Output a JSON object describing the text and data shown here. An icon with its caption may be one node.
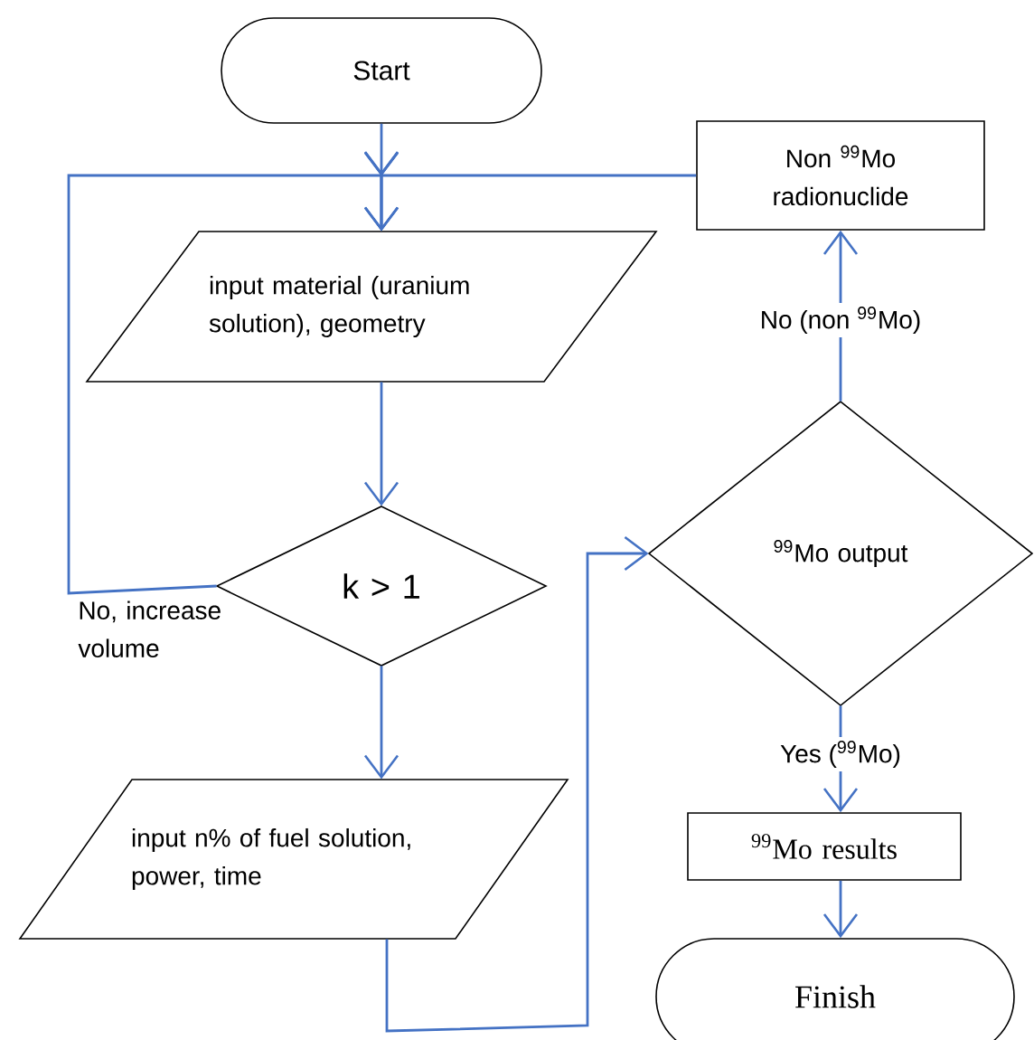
{
  "diagram": {
    "nodes": [
      {
        "text": [
          "Start"
        ]
      },
      {
        "text": [
          "Non $^{99}$Mo radionuclide"
        ]
      },
      {
        "text": [
          "input material (uranium solution), geometry"
        ]
      },
      {
        "text": [
          "k > 1"
        ]
      },
      {
        "text": [
          "input n% of fuel solution, power, time"
        ]
      },
      {
        "text": [
          "$^{99}$Mo output"
        ]
      },
      {
        "text": [
          "$^{99}$Mo results"
        ]
      },
      {
        "text": [
          "Finish"
        ]
      }
    ],
    "edges": [
      {
        "from": 0,
        "to": 2,
        "arrow": "to"
      },
      {
        "from": 1,
        "to": 2,
        "arrow": "to"
      },
      {
        "from": 2,
        "to": 3,
        "arrow": "to"
      },
      {
        "from": 3,
        "to": 2,
        "arrow": "to",
        "label": "No, increase volume"
      },
      {
        "from": 3,
        "to": 4,
        "arrow": "to"
      },
      {
        "from": 4,
        "to": 5,
        "arrow": "to"
      },
      {
        "from": 5,
        "to": 1,
        "arrow": "to",
        "label": "No (non $^{99}$Mo)"
      },
      {
        "from": 5,
        "to": 6,
        "arrow": "to",
        "label": "Yes ($^{99}$Mo)"
      },
      {
        "from": 6,
        "to": 7,
        "arrow": "to"
      }
    ]
  }
}
